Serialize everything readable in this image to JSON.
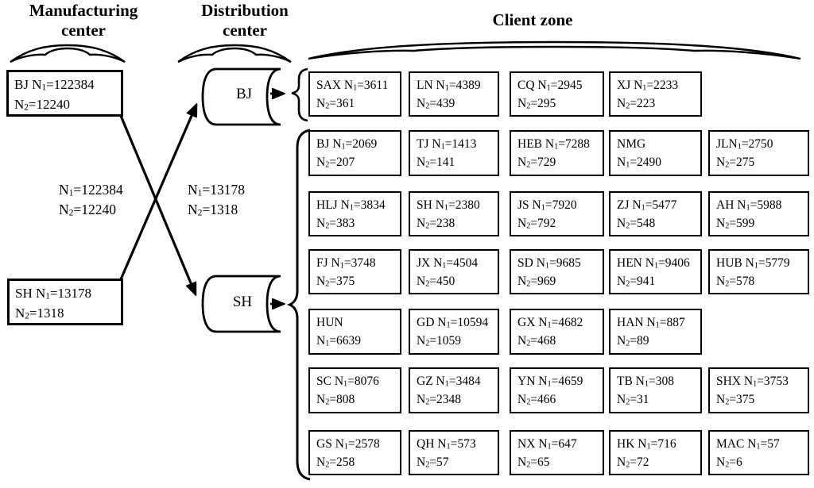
{
  "manufacturing": {
    "title": "Manufacturing center",
    "nodes": [
      {
        "id": "BJ",
        "line1": "BJ N₁=122384",
        "line2": "N₂=12240"
      },
      {
        "id": "SH",
        "line1": "SH N₁=13178",
        "line2": "N₂=1318"
      }
    ]
  },
  "distribution": {
    "title": "Distribution center",
    "nodes": [
      {
        "label": "BJ"
      },
      {
        "label": "SH"
      }
    ]
  },
  "flow_labels": [
    {
      "line1": "N₁=122384",
      "line2": "N₂=12240"
    },
    {
      "line1": "N₁=13178",
      "line2": "N₂=1318"
    }
  ],
  "connections": [
    {
      "from": "manufacturing-BJ",
      "to": "distribution-SH"
    },
    {
      "from": "manufacturing-SH",
      "to": "distribution-BJ"
    },
    {
      "from": "distribution-BJ",
      "to": "client-row-1"
    },
    {
      "from": "distribution-SH",
      "to": "client-rows-2-7"
    }
  ],
  "client_zone": {
    "title": "Client zone",
    "rows": [
      {
        "boxes": [
          {
            "id": "SAX",
            "line1": "SAX N₁=3611",
            "line2": "N₂=361"
          },
          {
            "id": "LN",
            "line1": "LN N₁=4389",
            "line2": "N₂=439"
          },
          {
            "id": "CQ",
            "line1": "CQ N₁=2945",
            "line2": "N₂=295"
          },
          {
            "id": "XJ",
            "line1": "XJ N₁=2233",
            "line2": "N₂=223"
          }
        ]
      },
      {
        "boxes": [
          {
            "id": "BJ",
            "line1": "BJ N₁=2069",
            "line2": "N₂=207"
          },
          {
            "id": "TJ",
            "line1": "TJ N₁=1413",
            "line2": "N₂=141"
          },
          {
            "id": "HEB",
            "line1": "HEB N₁=7288",
            "line2": "N₂=729"
          },
          {
            "id": "NMG",
            "line1": "NMG",
            "line2": "N₁=2490"
          },
          {
            "id": "JL",
            "line1": "JLN₁=2750",
            "line2": "N₂=275"
          }
        ]
      },
      {
        "boxes": [
          {
            "id": "HLJ",
            "line1": "HLJ N₁=3834",
            "line2": "N₂=383"
          },
          {
            "id": "SH",
            "line1": "SH N₁=2380",
            "line2": "N₂=238"
          },
          {
            "id": "JS",
            "line1": "JS N₁=7920",
            "line2": "N₂=792"
          },
          {
            "id": "ZJ",
            "line1": "ZJ N₁=5477",
            "line2": "N₂=548"
          },
          {
            "id": "AH",
            "line1": "AH N₁=5988",
            "line2": "N₂=599"
          }
        ]
      },
      {
        "boxes": [
          {
            "id": "FJ",
            "line1": "FJ N₁=3748",
            "line2": "N₂=375"
          },
          {
            "id": "JX",
            "line1": "JX N₁=4504",
            "line2": "N₂=450"
          },
          {
            "id": "SD",
            "line1": "SD N₁=9685",
            "line2": "N₂=969"
          },
          {
            "id": "HEN",
            "line1": "HEN N₁=9406",
            "line2": "N₂=941"
          },
          {
            "id": "HUB",
            "line1": "HUB N₁=5779",
            "line2": "N₂=578"
          }
        ]
      },
      {
        "boxes": [
          {
            "id": "HUN",
            "line1": "HUN",
            "line2": "N₁=6639"
          },
          {
            "id": "GD",
            "line1": "GD N₁=10594",
            "line2": "N₂=1059"
          },
          {
            "id": "GX",
            "line1": "GX N₁=4682",
            "line2": "N₂=468"
          },
          {
            "id": "HAN",
            "line1": "HAN N₁=887",
            "line2": "N₂=89"
          }
        ]
      },
      {
        "boxes": [
          {
            "id": "SC",
            "line1": "SC N₁=8076",
            "line2": "N₂=808"
          },
          {
            "id": "GZ",
            "line1": "GZ N₁=3484",
            "line2": "N₂=2348"
          },
          {
            "id": "YN",
            "line1": "YN N₁=4659",
            "line2": "N₂=466"
          },
          {
            "id": "TB",
            "line1": "TB N₁=308",
            "line2": "N₂=31"
          },
          {
            "id": "SHX",
            "line1": "SHX N₁=3753",
            "line2": "N₂=375"
          }
        ]
      },
      {
        "boxes": [
          {
            "id": "GS",
            "line1": "GS N₁=2578",
            "line2": "N₂=258"
          },
          {
            "id": "QH",
            "line1": "QH N₁=573",
            "line2": "N₂=57"
          },
          {
            "id": "NX",
            "line1": "NX N₁=647",
            "line2": "N₂=65"
          },
          {
            "id": "HK",
            "line1": "HK N₁=716",
            "line2": "N₂=72"
          },
          {
            "id": "MAC",
            "line1": "MAC N₁=57",
            "line2": "N₂=6"
          }
        ]
      }
    ]
  },
  "colors": {
    "ink": "#000000",
    "background": "#ffffff"
  }
}
